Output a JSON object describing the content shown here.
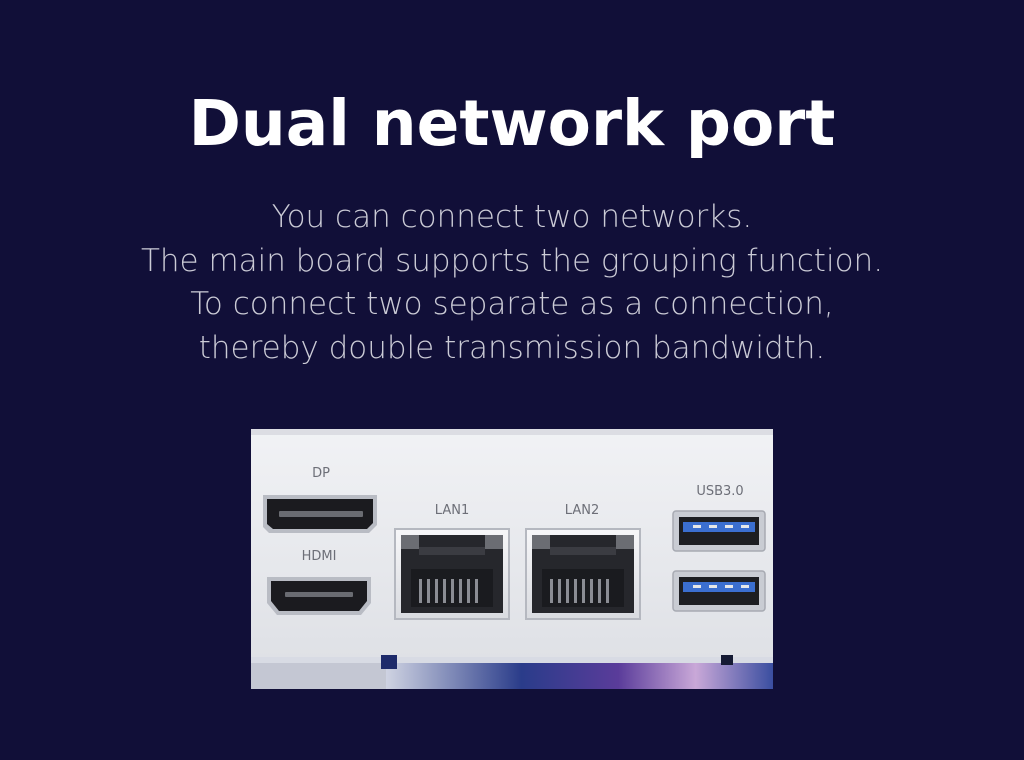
{
  "header": {
    "title": "Dual network port"
  },
  "description": {
    "lines": [
      "You can connect two networks.",
      "The main board supports the grouping function.",
      "To connect two separate as a connection,",
      "thereby double transmission bandwidth."
    ]
  },
  "ports": {
    "dp_label": "DP",
    "hdmi_label": "HDMI",
    "lan1_label": "LAN1",
    "lan2_label": "LAN2",
    "usb_label": "USB3.0"
  },
  "colors": {
    "background": "#110f38",
    "title": "#ffffff",
    "description": "#cbcbd6",
    "panel": "#e9eaee",
    "usb_blue": "#3b6fd0"
  }
}
